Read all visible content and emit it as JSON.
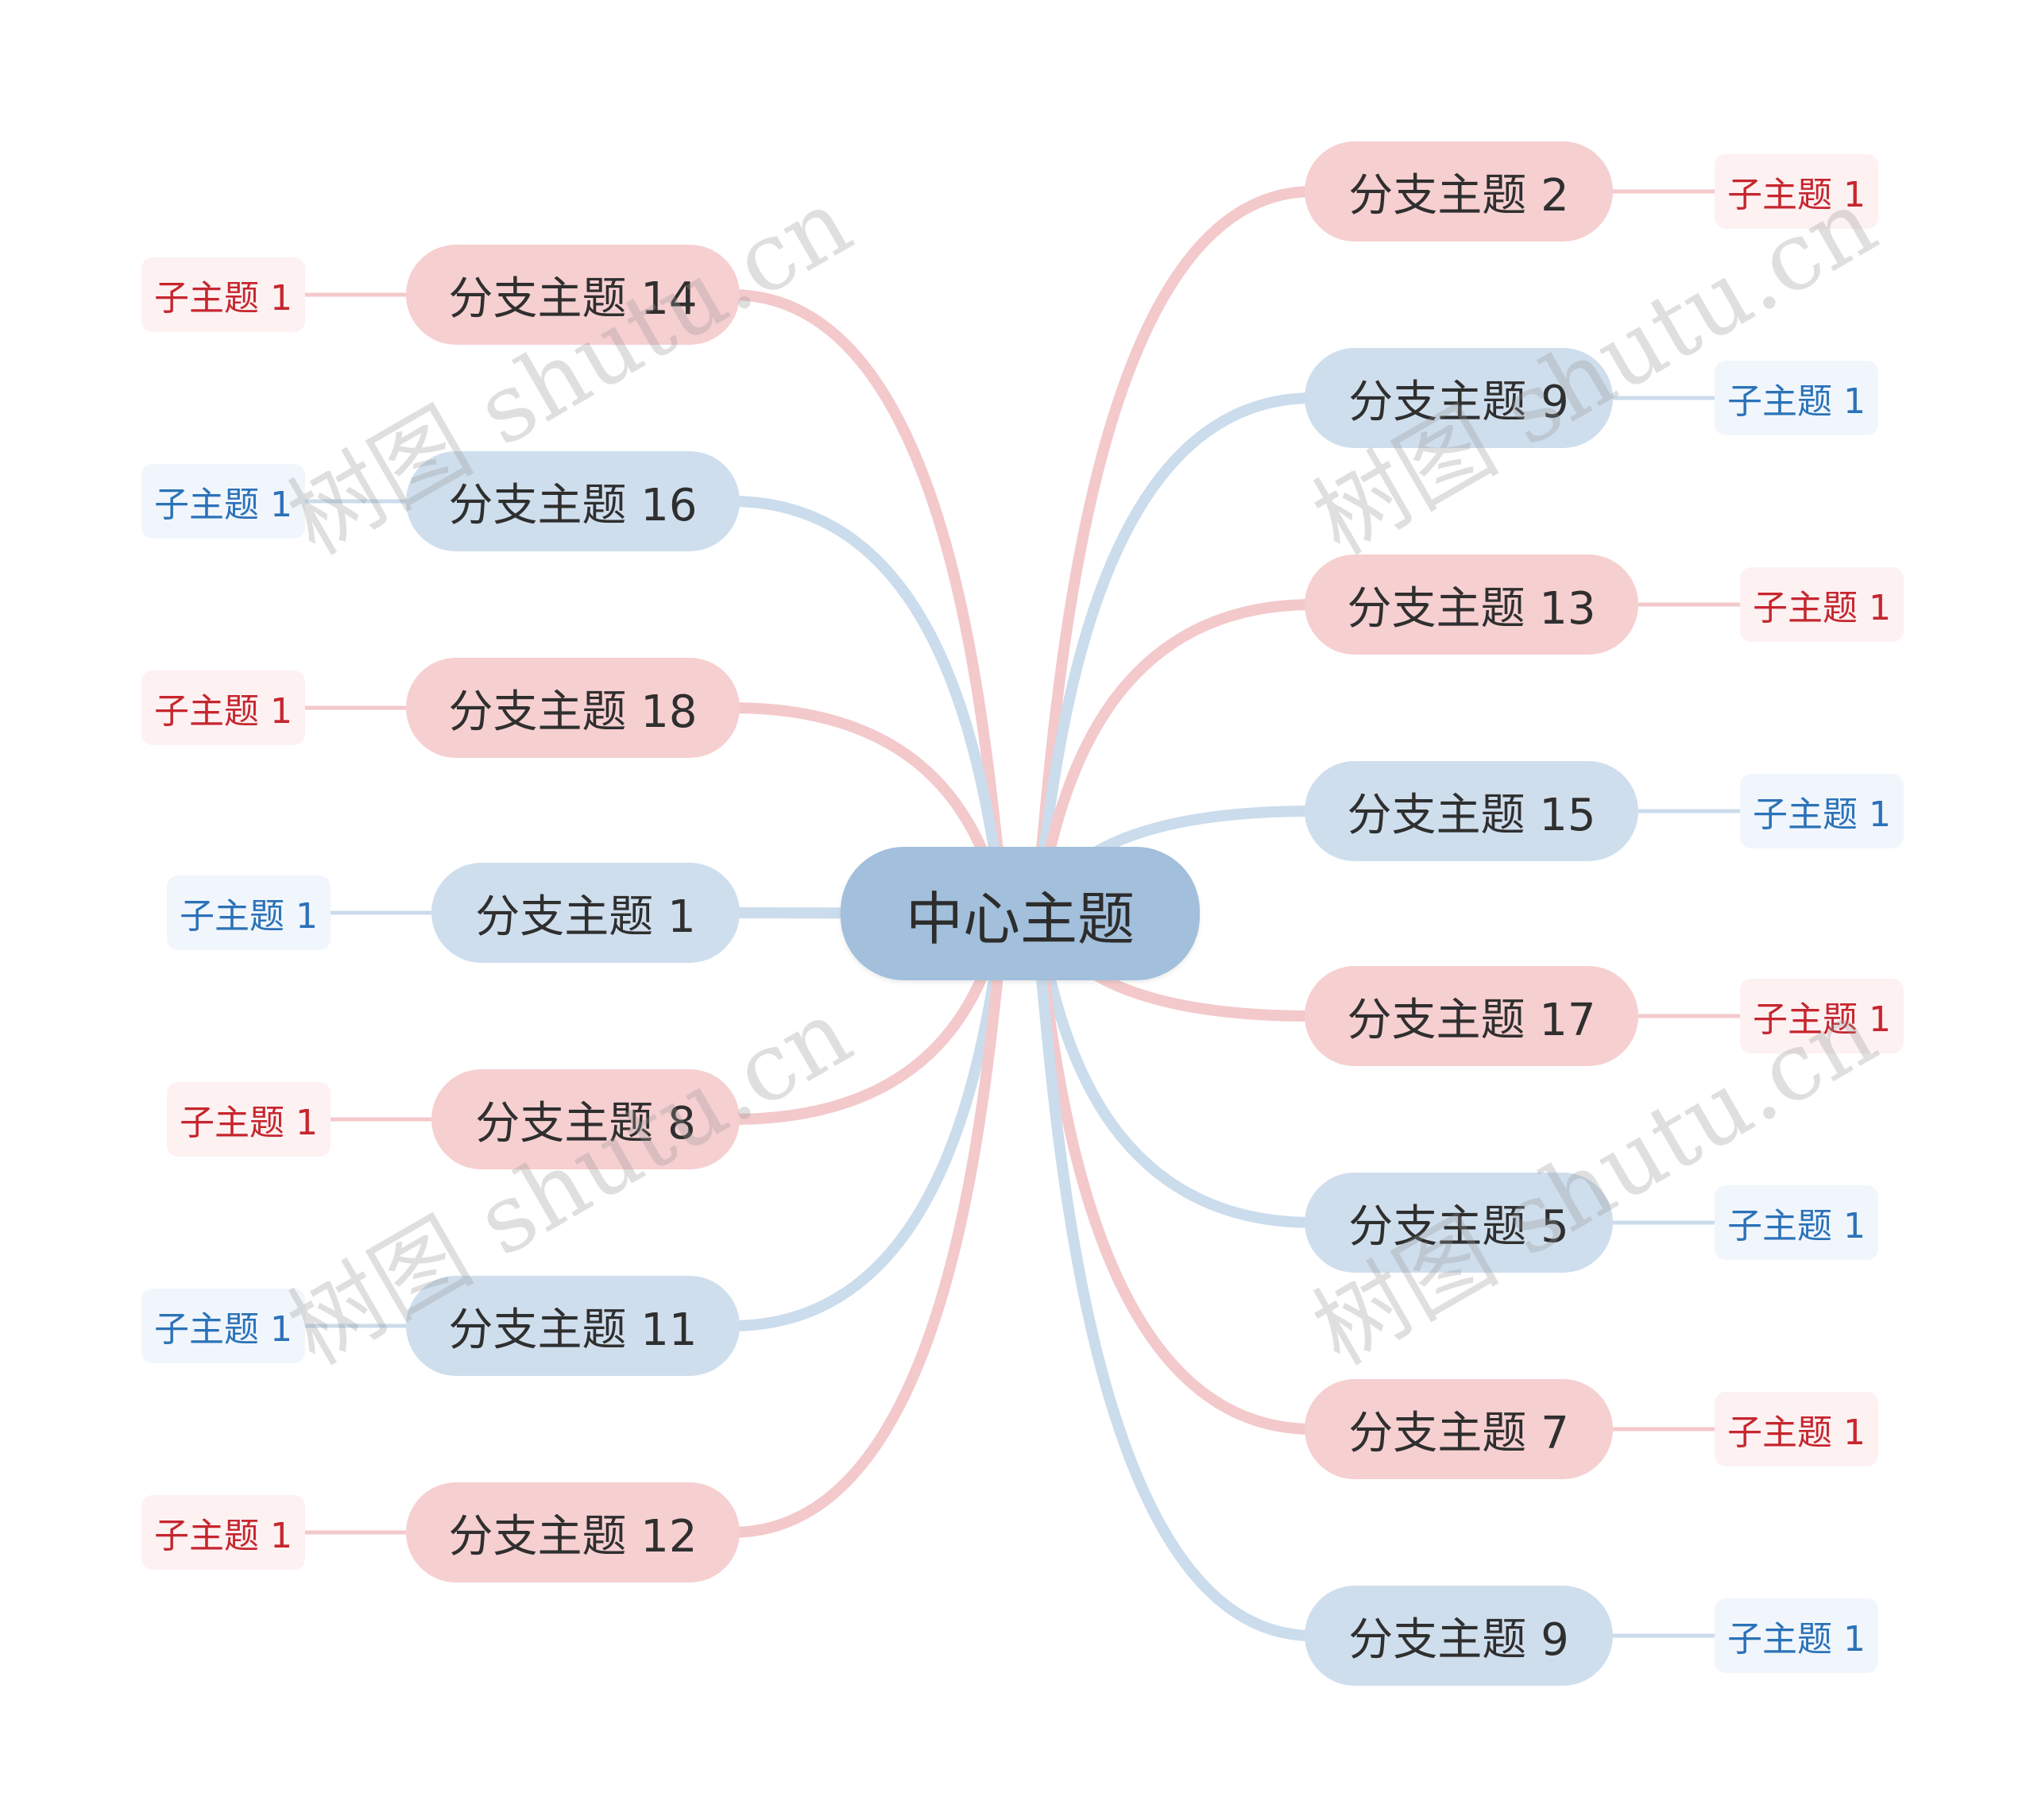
{
  "center": {
    "label": "中心主题",
    "color": "#a2bfdb"
  },
  "colors": {
    "pink_branch": "#f6cfd1",
    "blue_branch": "#cfdeed",
    "pink_link": "#f3c9cb",
    "blue_link": "#cbdcec",
    "pink_text": "#c6262e",
    "blue_text": "#2b72b8"
  },
  "watermark": "树图 shutu.cn",
  "branches": [
    {
      "id": "b14",
      "label": "分支主题 14",
      "color": "pink",
      "side": "left",
      "child": "子主题 1"
    },
    {
      "id": "b16",
      "label": "分支主题 16",
      "color": "blue",
      "side": "left",
      "child": "子主题 1"
    },
    {
      "id": "b18",
      "label": "分支主题 18",
      "color": "pink",
      "side": "left",
      "child": "子主题 1"
    },
    {
      "id": "b1",
      "label": "分支主题 1",
      "color": "blue",
      "side": "left",
      "child": "子主题 1"
    },
    {
      "id": "b8",
      "label": "分支主题 8",
      "color": "pink",
      "side": "left",
      "child": "子主题 1"
    },
    {
      "id": "b11",
      "label": "分支主题 11",
      "color": "blue",
      "side": "left",
      "child": "子主题 1"
    },
    {
      "id": "b12",
      "label": "分支主题 12",
      "color": "pink",
      "side": "left",
      "child": "子主题 1"
    },
    {
      "id": "b2",
      "label": "分支主题 2",
      "color": "pink",
      "side": "right",
      "child": "子主题 1"
    },
    {
      "id": "b9a",
      "label": "分支主题 9",
      "color": "blue",
      "side": "right",
      "child": "子主题 1"
    },
    {
      "id": "b13",
      "label": "分支主题 13",
      "color": "pink",
      "side": "right",
      "child": "子主题 1"
    },
    {
      "id": "b15",
      "label": "分支主题 15",
      "color": "blue",
      "side": "right",
      "child": "子主题 1"
    },
    {
      "id": "b17",
      "label": "分支主题 17",
      "color": "pink",
      "side": "right",
      "child": "子主题 1"
    },
    {
      "id": "b5",
      "label": "分支主题 5",
      "color": "blue",
      "side": "right",
      "child": "子主题 1"
    },
    {
      "id": "b7",
      "label": "分支主题 7",
      "color": "pink",
      "side": "right",
      "child": "子主题 1"
    },
    {
      "id": "b9b",
      "label": "分支主题 9",
      "color": "blue",
      "side": "right",
      "child": "子主题 1"
    }
  ]
}
